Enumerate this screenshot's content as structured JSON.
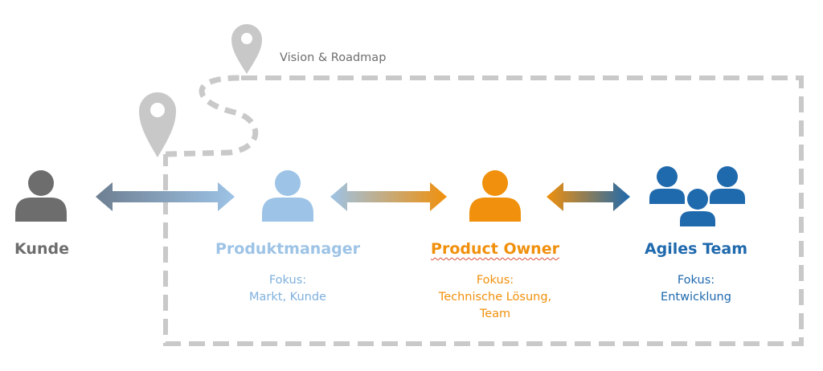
{
  "vision_label": "Vision & Roadmap",
  "colors": {
    "gray": "#6d6d6d",
    "light_blue": "#9dc3e6",
    "orange": "#f0900c",
    "blue": "#1f69ad",
    "dash": "#c9c9c9",
    "pin": "#c8c8c8"
  },
  "roles": [
    {
      "name": "Kunde",
      "icon": "person-icon",
      "color": "#6d6d6d",
      "focus_title": "",
      "focus_lines": []
    },
    {
      "name": "Produktmanager",
      "icon": "person-icon",
      "color": "#9dc3e6",
      "focus_title": "Fokus:",
      "focus_lines": [
        "Markt, Kunde"
      ]
    },
    {
      "name": "Product Owner",
      "icon": "person-icon",
      "color": "#f0900c",
      "focus_title": "Fokus:",
      "focus_lines": [
        "Technische Lösung,",
        "Team"
      ]
    },
    {
      "name": "Agiles Team",
      "icon": "team-icon",
      "color": "#1f69ad",
      "focus_title": "Fokus:",
      "focus_lines": [
        "Entwicklung"
      ]
    }
  ],
  "arrows": [
    {
      "from": "Kunde",
      "to": "Produktmanager",
      "type": "double-arrow"
    },
    {
      "from": "Produktmanager",
      "to": "Product Owner",
      "type": "double-arrow"
    },
    {
      "from": "Product Owner",
      "to": "Agiles Team",
      "type": "double-arrow"
    }
  ]
}
